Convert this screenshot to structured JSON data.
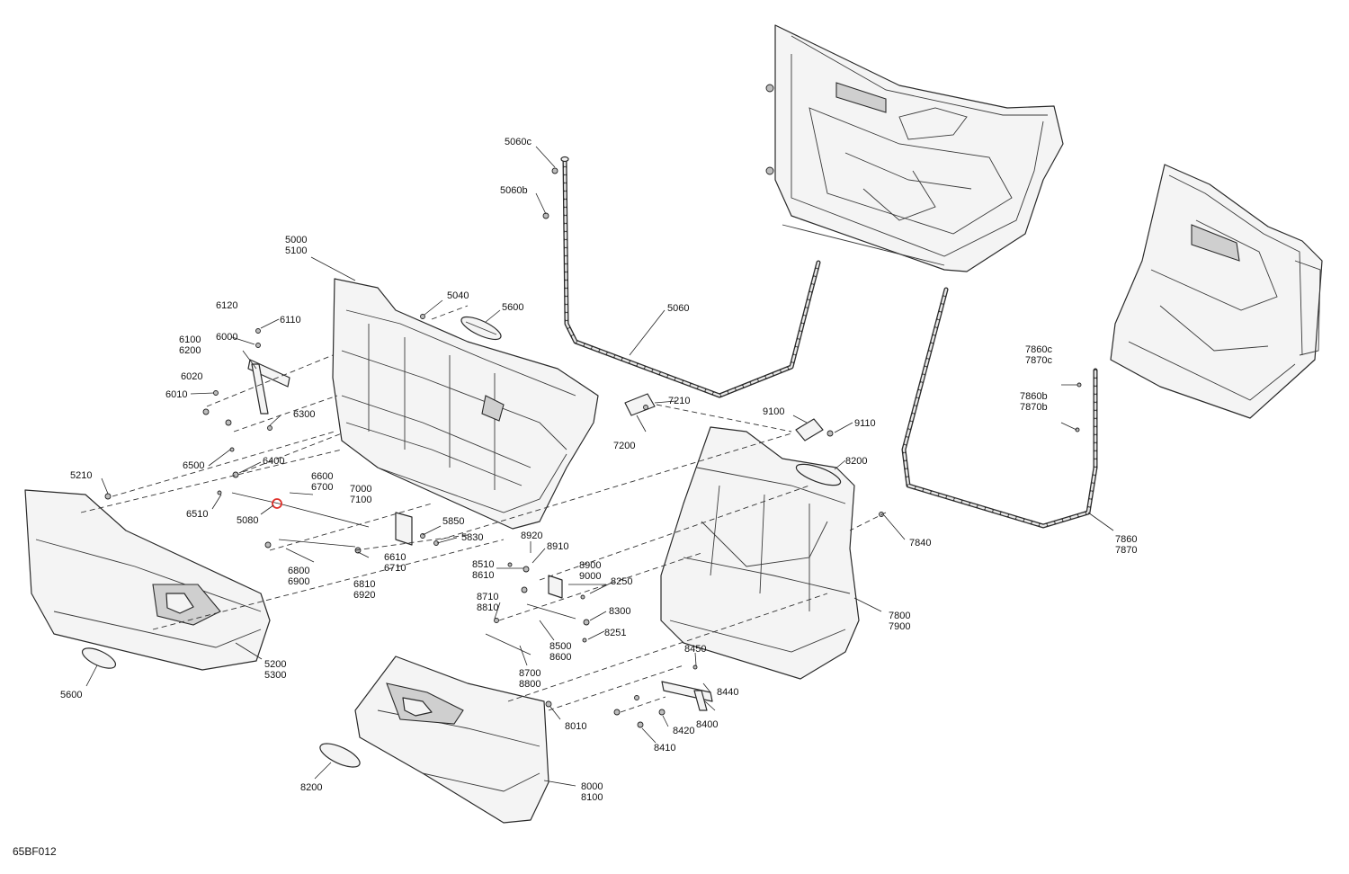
{
  "figure_code": "65BF012",
  "highlight_color": "#e0302a",
  "callouts": [
    {
      "id": "c-5060c",
      "text": "5060c"
    },
    {
      "id": "c-5060b",
      "text": "5060b"
    },
    {
      "id": "c-5000",
      "text": "5000\n5100"
    },
    {
      "id": "c-5040",
      "text": "5040"
    },
    {
      "id": "c-5600a",
      "text": "5600"
    },
    {
      "id": "c-5060",
      "text": "5060"
    },
    {
      "id": "c-6120",
      "text": "6120"
    },
    {
      "id": "c-6110",
      "text": "6110"
    },
    {
      "id": "c-6100",
      "text": "6100\n6200"
    },
    {
      "id": "c-6000",
      "text": "6000"
    },
    {
      "id": "c-6020",
      "text": "6020"
    },
    {
      "id": "c-6010",
      "text": "6010"
    },
    {
      "id": "c-6300",
      "text": "6300"
    },
    {
      "id": "c-7210",
      "text": "7210"
    },
    {
      "id": "c-7200",
      "text": "7200"
    },
    {
      "id": "c-9100",
      "text": "9100"
    },
    {
      "id": "c-9110",
      "text": "9110"
    },
    {
      "id": "c-7860c",
      "text": "7860c\n7870c"
    },
    {
      "id": "c-7860b",
      "text": "7860b\n7870b"
    },
    {
      "id": "c-6500",
      "text": "6500"
    },
    {
      "id": "c-6400",
      "text": "6400"
    },
    {
      "id": "c-5210",
      "text": "5210"
    },
    {
      "id": "c-6600",
      "text": "6600\n6700"
    },
    {
      "id": "c-7000",
      "text": "7000\n7100"
    },
    {
      "id": "c-6510",
      "text": "6510"
    },
    {
      "id": "c-5080",
      "text": "5080"
    },
    {
      "id": "c-8200a",
      "text": "8200"
    },
    {
      "id": "c-5850",
      "text": "5850"
    },
    {
      "id": "c-5830",
      "text": "5830"
    },
    {
      "id": "c-7840",
      "text": "7840"
    },
    {
      "id": "c-7860",
      "text": "7860\n7870"
    },
    {
      "id": "c-8920",
      "text": "8920"
    },
    {
      "id": "c-8910",
      "text": "8910"
    },
    {
      "id": "c-6610",
      "text": "6610\n6710"
    },
    {
      "id": "c-6800",
      "text": "6800\n6900"
    },
    {
      "id": "c-8510",
      "text": "8510\n8610"
    },
    {
      "id": "c-8900",
      "text": "8900\n9000"
    },
    {
      "id": "c-8250",
      "text": "8250"
    },
    {
      "id": "c-6810",
      "text": "6810\n6920"
    },
    {
      "id": "c-8710",
      "text": "8710\n8810"
    },
    {
      "id": "c-8300",
      "text": "8300"
    },
    {
      "id": "c-7800",
      "text": "7800\n7900"
    },
    {
      "id": "c-8251",
      "text": "8251"
    },
    {
      "id": "c-8500",
      "text": "8500\n8600"
    },
    {
      "id": "c-8450",
      "text": "8450"
    },
    {
      "id": "c-5200",
      "text": "5200\n5300"
    },
    {
      "id": "c-8700",
      "text": "8700\n8800"
    },
    {
      "id": "c-5600b",
      "text": "5600"
    },
    {
      "id": "c-8440",
      "text": "8440"
    },
    {
      "id": "c-8010",
      "text": "8010"
    },
    {
      "id": "c-8400",
      "text": "8400"
    },
    {
      "id": "c-8420",
      "text": "8420"
    },
    {
      "id": "c-8410",
      "text": "8410"
    },
    {
      "id": "c-8000",
      "text": "8000\n8100"
    },
    {
      "id": "c-8200b",
      "text": "8200"
    }
  ]
}
